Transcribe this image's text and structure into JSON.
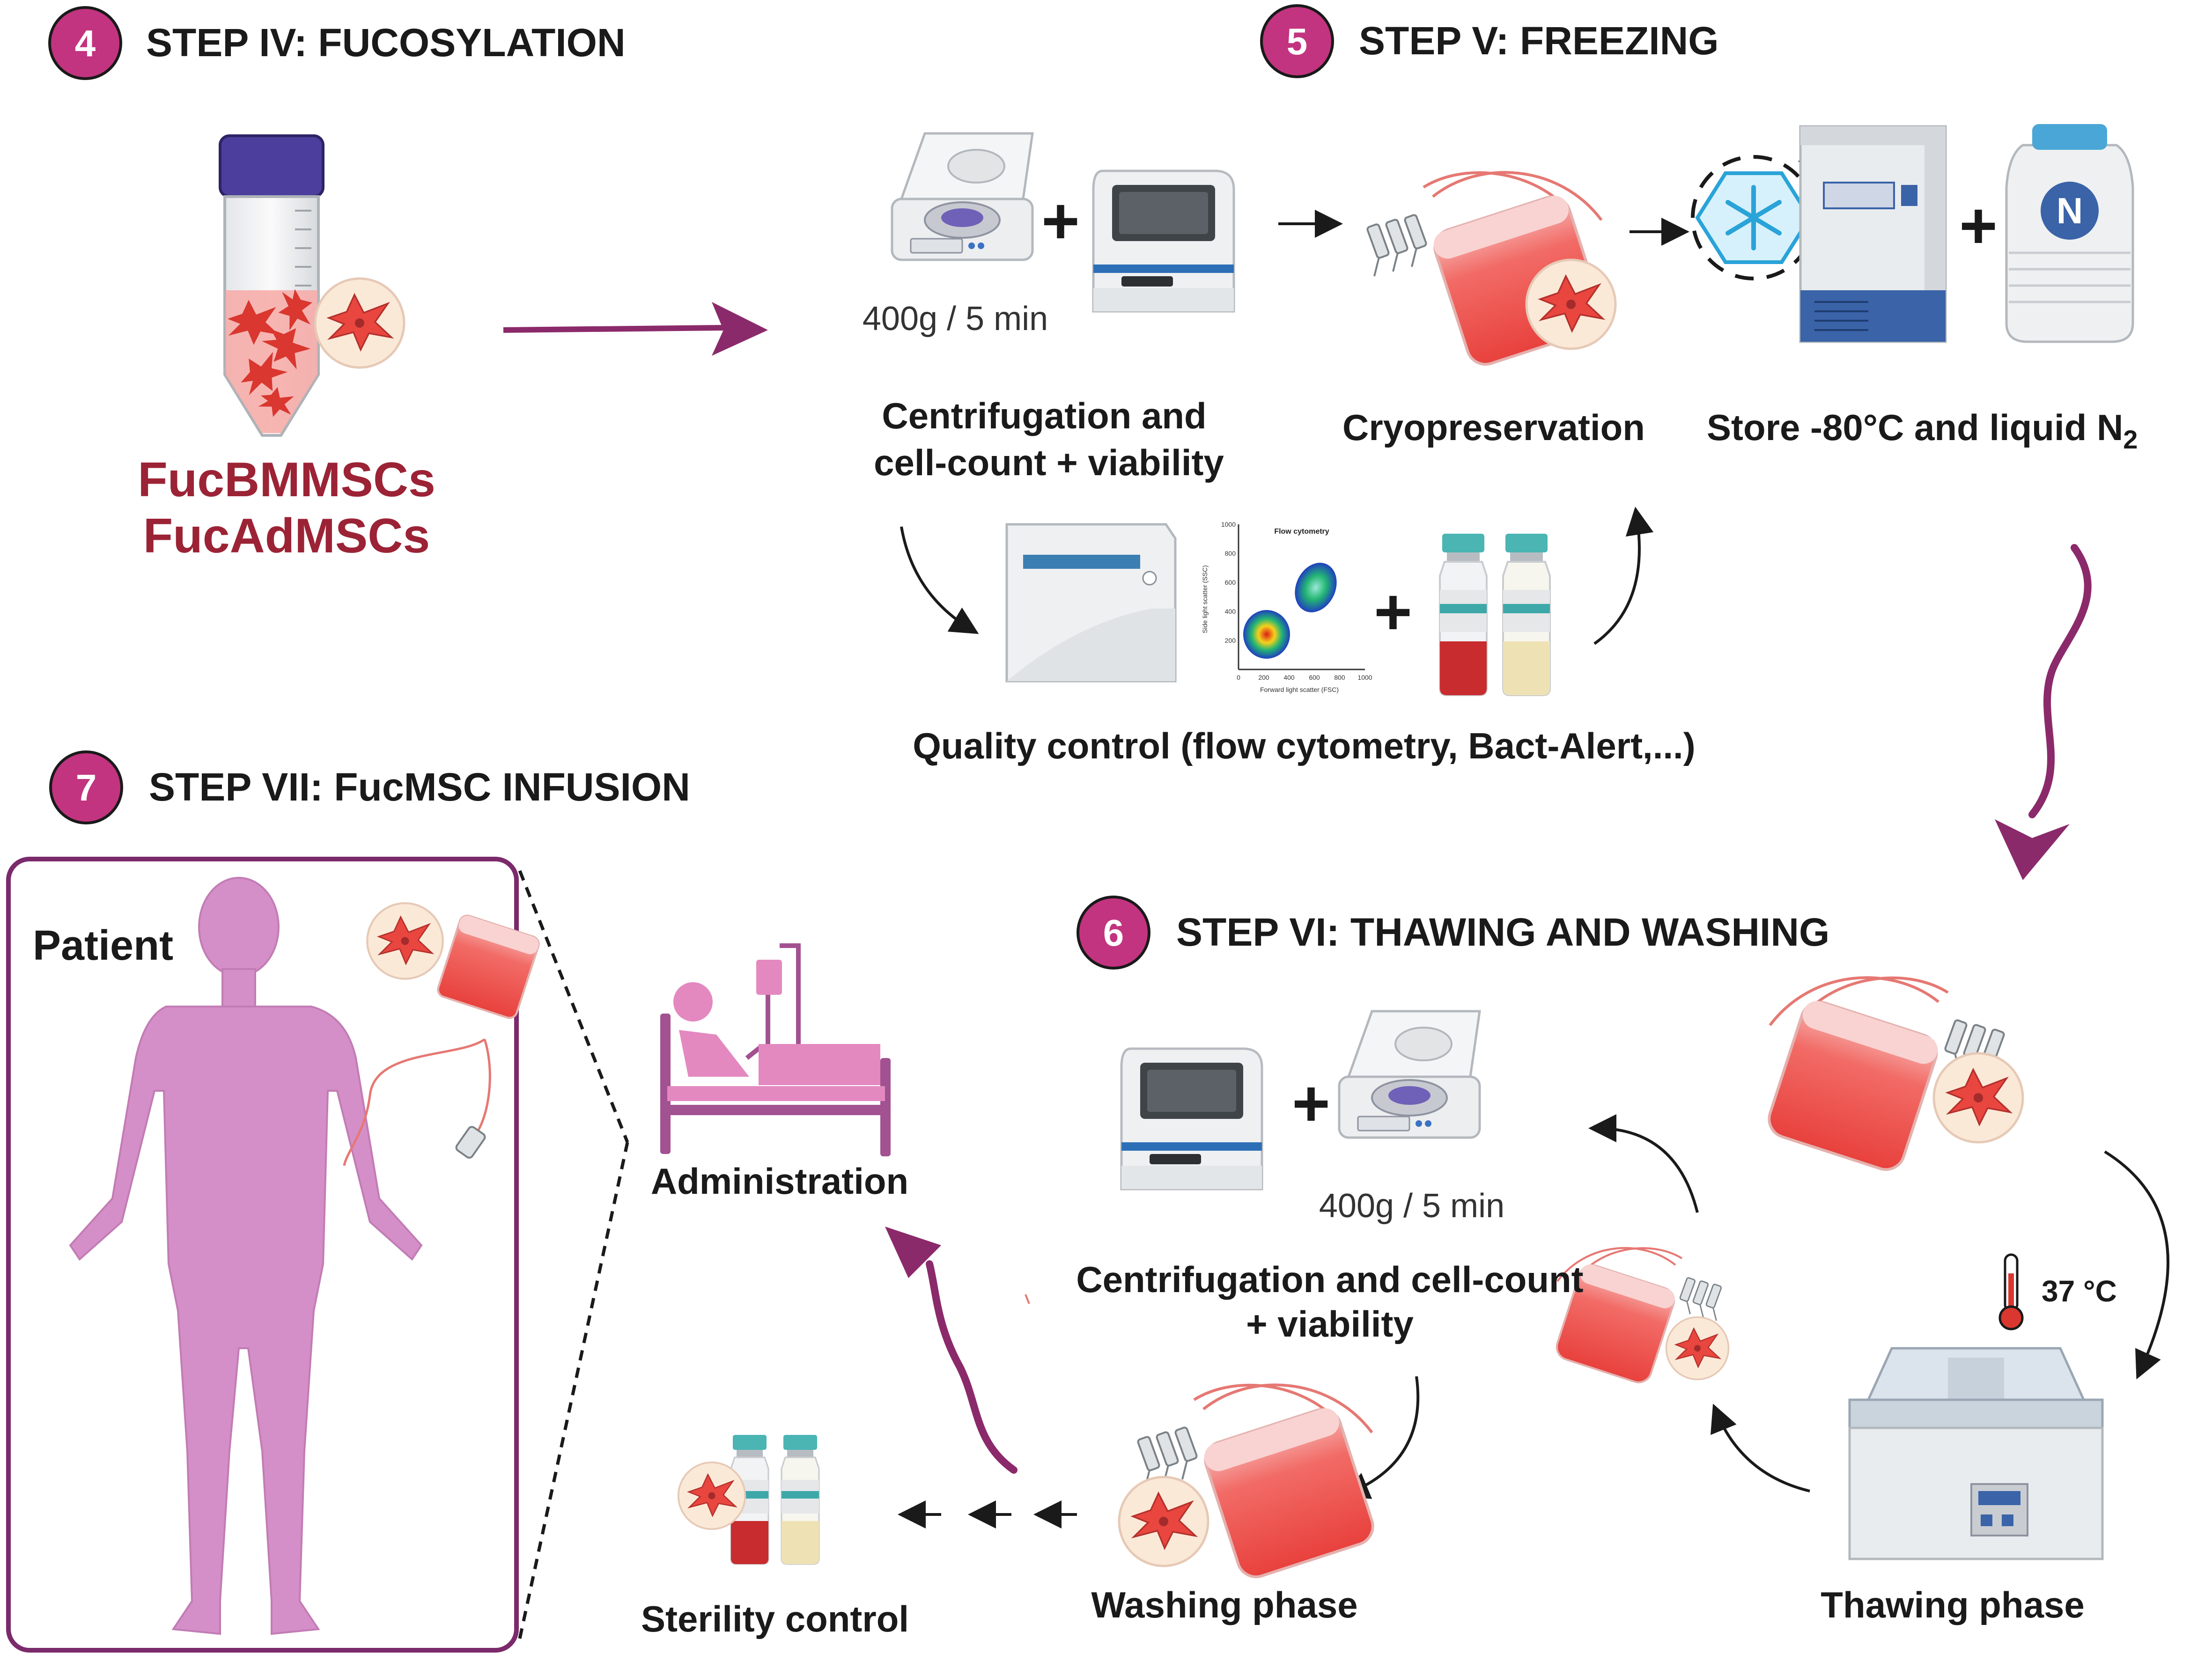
{
  "steps": {
    "s4": {
      "number": "4",
      "title": "STEP IV: FUCOSYLATION"
    },
    "s5": {
      "number": "5",
      "title": "STEP V: FREEZING"
    },
    "s6": {
      "number": "6",
      "title": "STEP VI: THAWING AND WASHING"
    },
    "s7": {
      "number": "7",
      "title": "STEP VII: FucMSC INFUSION"
    }
  },
  "fucosylation": {
    "products": [
      "FucBMMSCs",
      "FucAdMSCs"
    ]
  },
  "freezing": {
    "centrifuge_setting": "400g / 5 min",
    "centrifugation_label": [
      "Centrifugation and",
      "cell-count + viability"
    ],
    "cryo_label": "Cryopreservation",
    "store_label_main": "Store -80°C and liquid N",
    "store_label_sub": "2",
    "nitrogen_symbol": "N",
    "qc_label": "Quality control (flow cytometry, Bact-Alert,...)",
    "flow_plot": {
      "title": "Flow cytometry",
      "xlabel": "Forward light scatter (FSC)",
      "ylabel": "Side light scatter (SSC)",
      "x_ticks": [
        "0",
        "200",
        "400",
        "600",
        "800",
        "1000"
      ],
      "y_ticks": [
        "200",
        "400",
        "600",
        "800",
        "1000"
      ]
    }
  },
  "thawing": {
    "centrifuge_setting": "400g / 5 min",
    "centrifugation_label": [
      "Centrifugation and cell-count",
      "+ viability"
    ],
    "temperature": "37 °C",
    "thawing_label": "Thawing phase",
    "washing_label": "Washing phase",
    "sterility_label": "Sterility control"
  },
  "infusion": {
    "patient_label": "Patient",
    "administration_label": "Administration"
  },
  "colors": {
    "badge": "#c2347f",
    "arrow_purple": "#8b2a6a",
    "patient_pink": "#d58fc8",
    "cell_red": "#e8463f",
    "product_text": "#9b2335"
  }
}
